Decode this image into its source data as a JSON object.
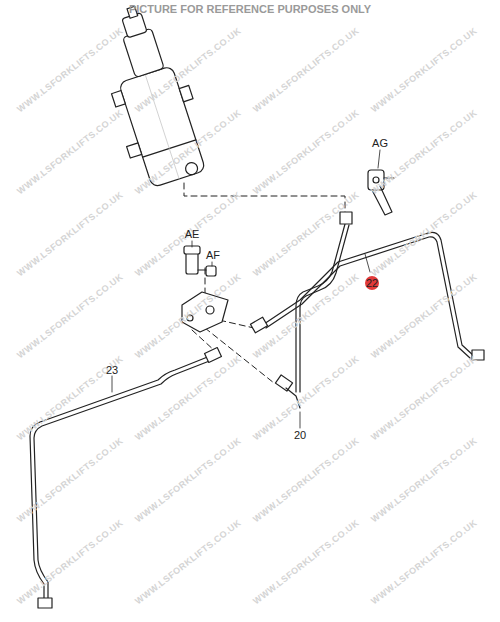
{
  "diagram": {
    "title": "PICTURE FOR REFERENCE PURPOSES ONLY",
    "labels": [
      "AG",
      "22",
      "AE",
      "AF",
      "23",
      "20",
      "WWW.LSFORKLIFTS.CO.UK",
      "WWW.LSFORKLIFTS.CO.UK",
      "WWW.LSFORKLIFTS.CO.UK",
      "WWW.LSFORKLIFTS.CO.UK",
      "WWW.LSFORKLIFTS.CO.UK",
      "WWW.LSFORKLIFTS.CO.UK",
      "WWW.LSFORKLIFTS.CO.UK",
      "WWW.LSFORKLIFTS.CO.UK",
      "WWW.LSFORKLIFTS.CO.UK",
      "WWW.LSFORKLIFTS.CO.UK",
      "WWW.LSFORKLIFTS.CO.UK",
      "WWW.LSFORKLIFTS.CO.UK",
      "WWW.LSFORKLIFTS.CO.UK",
      "WWW.LSFORKLIFTS.CO.UK",
      "WWW.LSFORKLIFTS.CO.UK",
      "WWW.LSFORKLIFTS.CO.UK",
      "WWW.LSFORKLIFTS.CO.UK",
      "WWW.LSFORKLIFTS.CO.UK",
      "WWW.LSFORKLIFTS.CO.UK",
      "WWW.LSFORKLIFTS.CO.UK",
      "WWW.LSFORKLIFTS.CO.UK",
      "WWW.LSFORKLIFTS.CO.UK",
      "WWW.LSFORKLIFTS.CO.UK",
      "WWW.LSFORKLIFTS.CO.UK",
      "WWW.LSFORKLIFTS.CO.UK",
      "WWW.LSFORKLIFTS.CO.UK",
      "WWW.LSFORKLIFTS.CO.UK",
      "WWW.LSFORKLIFTS.CO.UK"
    ]
  }
}
